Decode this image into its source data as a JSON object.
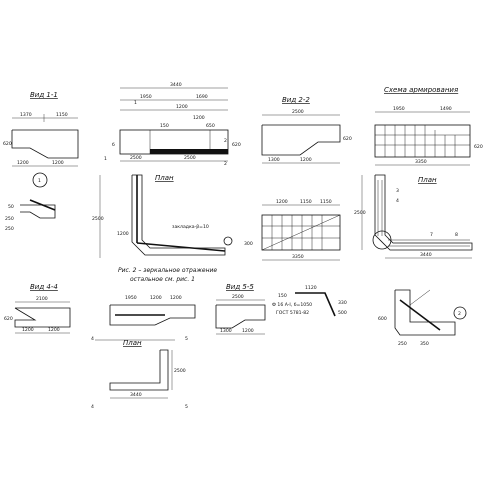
{
  "views": {
    "v11": {
      "title": "Вид 1-1",
      "dims": [
        "1370",
        "1150",
        "1200",
        "1200",
        "620"
      ]
    },
    "v22": {
      "title": "Вид 2-2",
      "dims": [
        "2500",
        "1300",
        "1200",
        "620"
      ]
    },
    "v44": {
      "title": "Вид 4-4",
      "dims": [
        "2100",
        "1200",
        "1200",
        "620"
      ]
    },
    "v55": {
      "title": "Вид 5-5",
      "dims": [
        "2500",
        "1300",
        "1200"
      ]
    }
  },
  "front": {
    "dims": [
      "3440",
      "1950",
      "1690",
      "1200",
      "1200",
      "150",
      "650",
      "2500",
      "2500",
      "620"
    ],
    "label": "б"
  },
  "scheme": {
    "title": "Схема армирования",
    "dims": [
      "1950",
      "1490",
      "3350",
      "620"
    ]
  },
  "plan_main": {
    "title": "План",
    "dims": [
      "2500",
      "1200"
    ],
    "note": "закладка-β=10"
  },
  "plan_right": {
    "title": "План",
    "dims": [
      "2500",
      "3440",
      "3",
      "4",
      "7",
      "8"
    ]
  },
  "section_mid": {
    "dims": [
      "1200",
      "1150",
      "1150",
      "3350",
      "300"
    ]
  },
  "caption": {
    "line1": "Рис. 2 – зеркальное отражение",
    "line2": "остальное  см. рис. 1"
  },
  "detail1": {
    "label": "1",
    "dims": [
      "50",
      "250",
      "250"
    ]
  },
  "detail2": {
    "label": "2",
    "dims": [
      "600",
      "350",
      "250"
    ]
  },
  "bend": {
    "dims": [
      "1120",
      "330",
      "150",
      "500"
    ],
    "note1": "Ф 16 A-I, б=1050",
    "note2": "ГОСТ 5781-82"
  },
  "plan_bottom": {
    "title": "План",
    "dims": [
      "3440",
      "2500"
    ],
    "cuts": [
      "4",
      "4",
      "5",
      "5"
    ]
  },
  "cuts_front": [
    "1",
    "1",
    "2",
    "2"
  ]
}
